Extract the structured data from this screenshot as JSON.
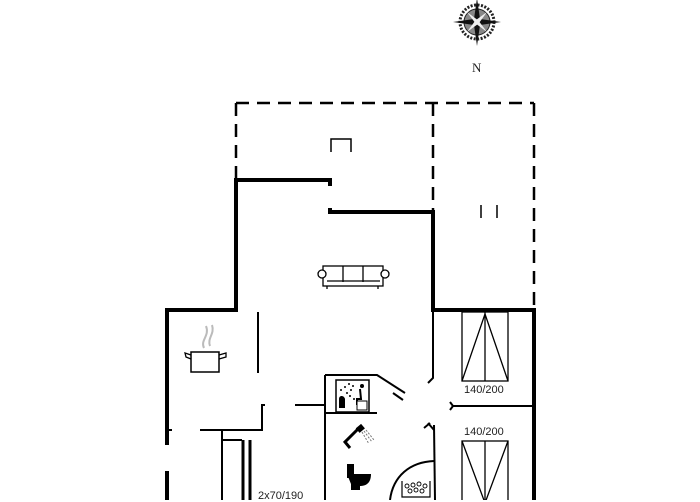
{
  "compass": {
    "north_label": "N",
    "icon": "compass-rose-icon"
  },
  "rooms": {
    "terrace": {
      "dashed": true
    },
    "carport": {
      "dashed": true
    },
    "living_room": {
      "icon": "sofa-icon"
    },
    "kitchen": {
      "icon": "cooking-pot-icon"
    },
    "sauna": {
      "icon": "sauna-icon"
    },
    "bathroom": {
      "icons": [
        "shower-icon",
        "toilet-icon",
        "whirlpool-icon"
      ]
    },
    "bedroom_1": {
      "bed_label": "140/200",
      "icon": "double-bed-icon"
    },
    "bedroom_2": {
      "bed_label": "140/200",
      "icon": "double-bed-icon"
    },
    "bedroom_3": {
      "bed_label": "2x70/190",
      "icon": "single-beds-icon"
    }
  },
  "colors": {
    "wall": "#000000",
    "background": "#ffffff",
    "steam": "#bbbbbb"
  }
}
